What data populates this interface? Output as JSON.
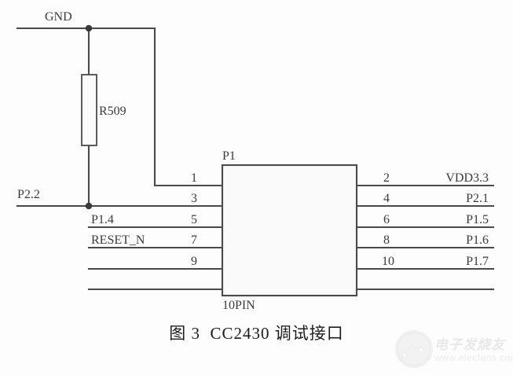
{
  "figure": {
    "caption_prefix": "图 3",
    "caption_title": "CC2430 调试接口",
    "caption_full": "图 3  CC2430 调试接口"
  },
  "schematic": {
    "type": "circuit-schematic",
    "title": "CC2430 debug interface",
    "components": [
      {
        "refdes": "R509",
        "type": "resistor",
        "label": "R509",
        "orientation": "vertical",
        "connected_to": [
          "GND",
          "P2.2"
        ]
      },
      {
        "refdes": "P1",
        "type": "connector",
        "label": "P1",
        "sub_label": "10PIN",
        "pin_count": 10
      }
    ],
    "connector": {
      "name": "P1",
      "footprint": "10PIN",
      "left_pins": [
        {
          "number": "1",
          "net": ""
        },
        {
          "number": "3",
          "net": ""
        },
        {
          "number": "5",
          "net": "P1.4"
        },
        {
          "number": "7",
          "net": "RESET_N"
        },
        {
          "number": "9",
          "net": ""
        }
      ],
      "right_pins": [
        {
          "number": "2",
          "net": "VDD3.3"
        },
        {
          "number": "4",
          "net": "P2.1"
        },
        {
          "number": "6",
          "net": "P1.5"
        },
        {
          "number": "8",
          "net": "P1.6"
        },
        {
          "number": "10",
          "net": "P1.7"
        }
      ]
    },
    "nets": [
      {
        "name": "GND",
        "label": "GND"
      },
      {
        "name": "P2.2",
        "label": "P2.2"
      }
    ],
    "colors": {
      "wire": "#4a4a4a",
      "text": "#3a3a3a",
      "background": "#fdfdfd",
      "component_fill": "#fbfbfb"
    }
  },
  "watermark": {
    "brand_cn": "电子发烧友",
    "url": "www.elecfans.com"
  }
}
